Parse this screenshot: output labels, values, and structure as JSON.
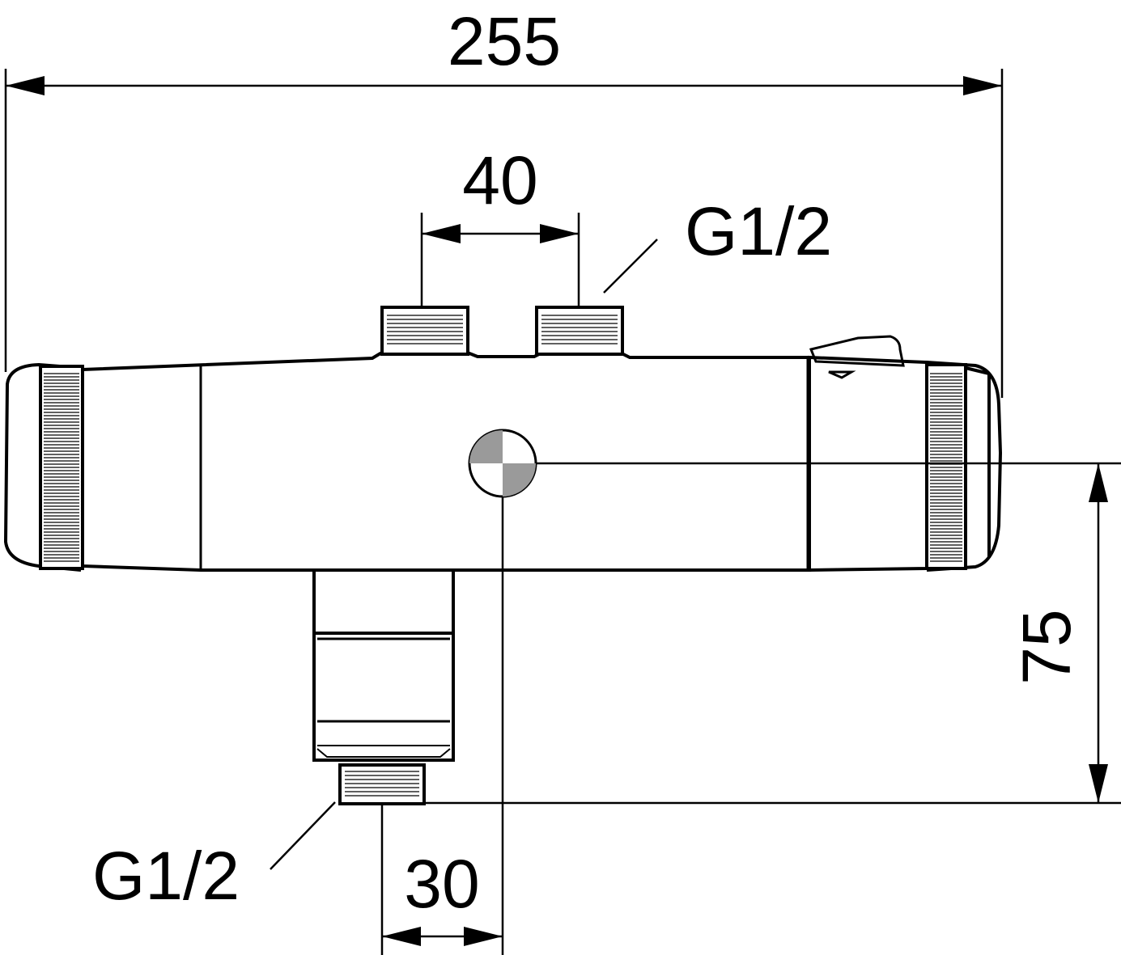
{
  "drawing": {
    "colors": {
      "line": "#000000",
      "fill": "#ffffff",
      "marker": "#9a9a9a"
    },
    "dimensions": {
      "overall_width": "255",
      "inlet_spacing": "40",
      "outlet_offset": "30",
      "outlet_height": "75"
    },
    "thread_labels": {
      "inlet": "G1/2",
      "outlet": "G1/2"
    }
  }
}
